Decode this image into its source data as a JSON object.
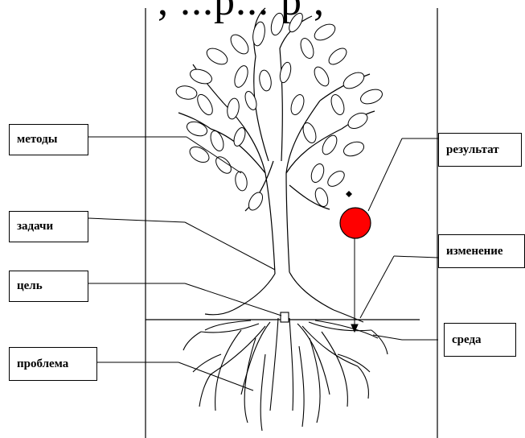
{
  "header_fragment": ", ...р... р ,",
  "labels": {
    "methods": "методы",
    "tasks": "задачи",
    "goal": "цель",
    "problem": "проблема",
    "result": "результат",
    "change": "изменение",
    "environment": "среда"
  },
  "colors": {
    "stroke": "#000000",
    "background": "#ffffff",
    "fruit": "#ff0000"
  },
  "icons": {
    "tree": "tree-icon",
    "fruit": "red-apple-icon"
  }
}
